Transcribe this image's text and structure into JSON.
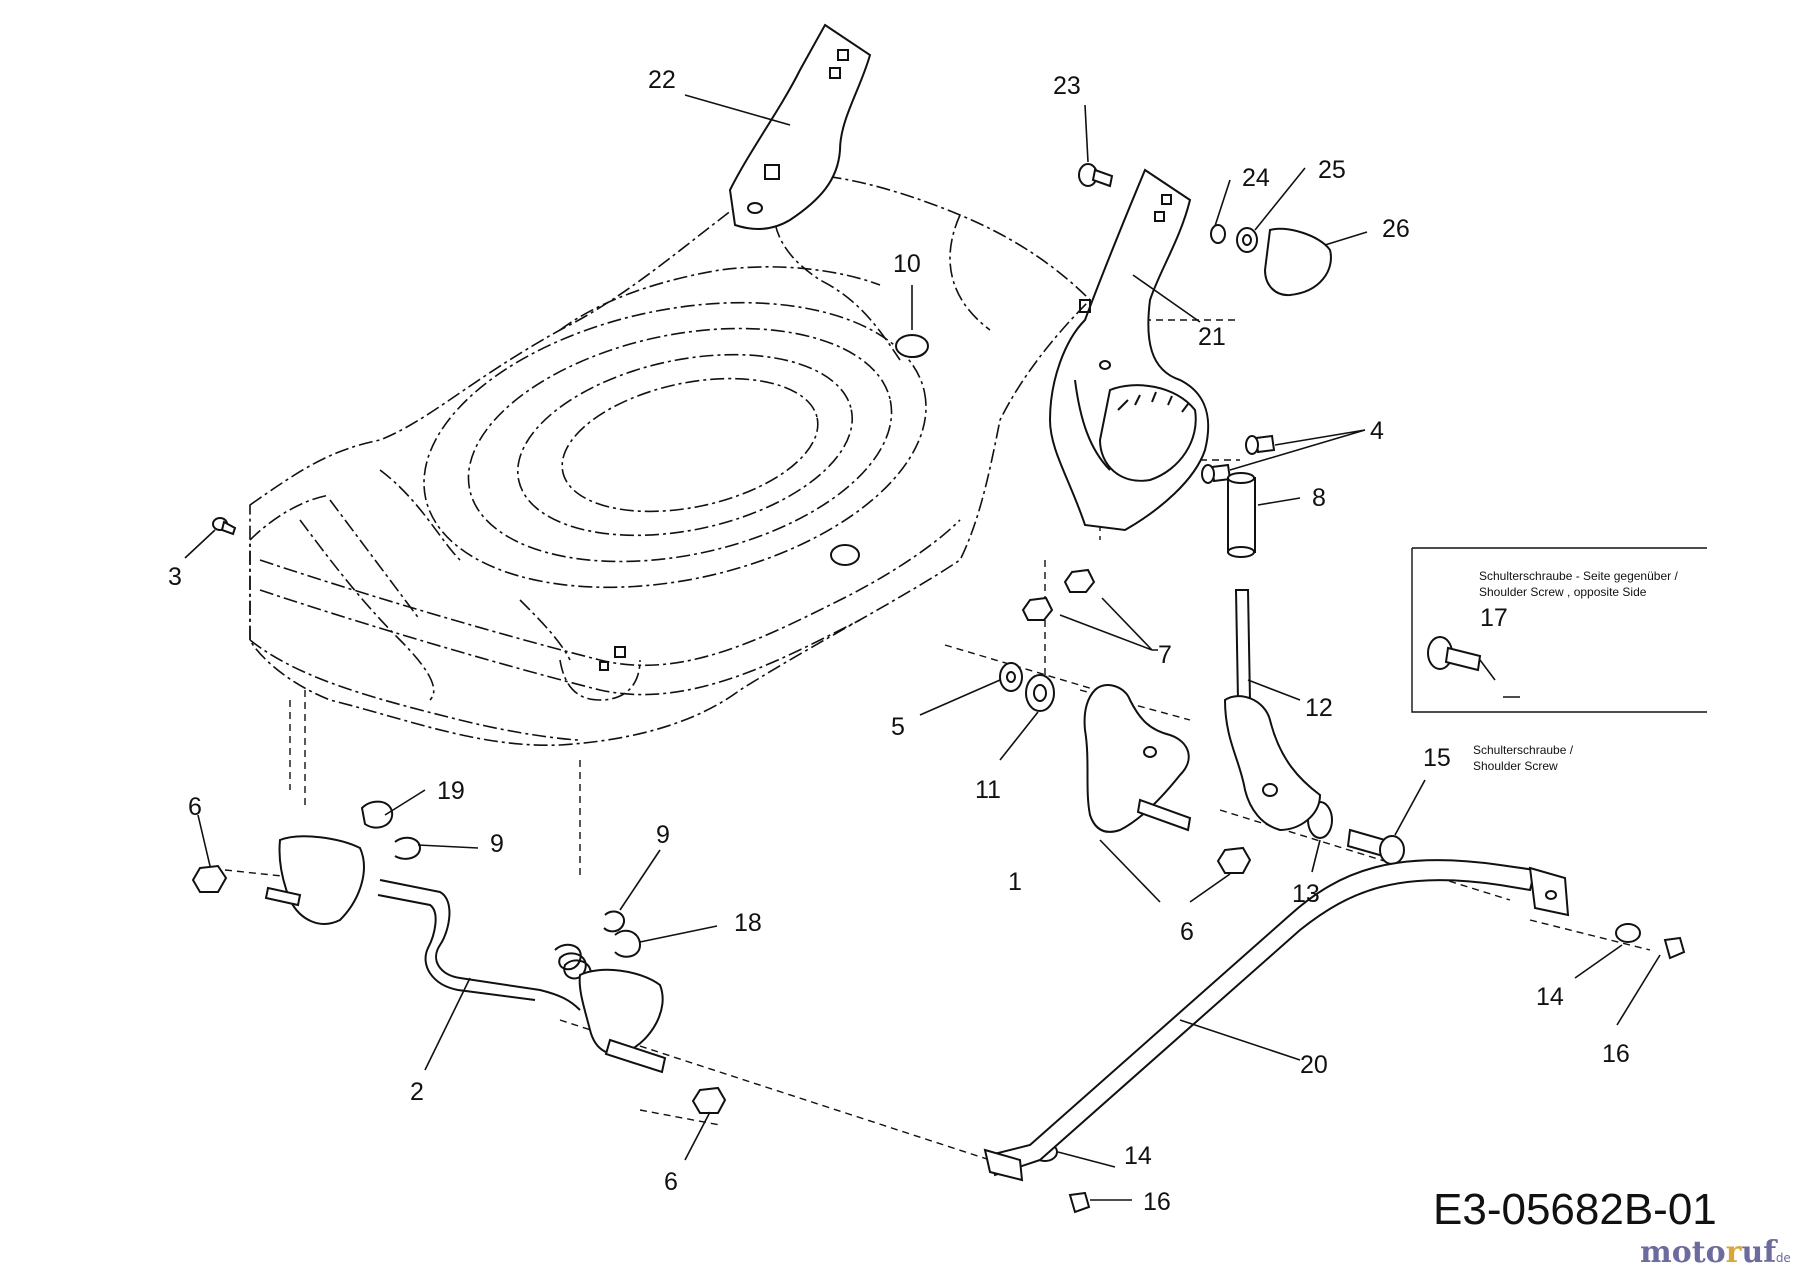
{
  "callouts": {
    "c1": "1",
    "c2": "2",
    "c3": "3",
    "c4": "4",
    "c5": "5",
    "c6a": "6",
    "c6b": "6",
    "c6c": "6",
    "c7": "7",
    "c8": "8",
    "c9a": "9",
    "c9b": "9",
    "c10": "10",
    "c11": "11",
    "c12": "12",
    "c13": "13",
    "c14a": "14",
    "c14b": "14",
    "c15": "15",
    "c16a": "16",
    "c16b": "16",
    "c17": "17",
    "c18": "18",
    "c19": "19",
    "c20": "20",
    "c21": "21",
    "c22": "22",
    "c23": "23",
    "c24": "24",
    "c25": "25",
    "c26": "26"
  },
  "notes": {
    "shoulder_screw_opposite_line1": "Schulterschraube - Seite gegenüber /",
    "shoulder_screw_opposite_line2": "Shoulder Screw  , opposite Side",
    "shoulder_screw_line1": "Schulterschraube  /",
    "shoulder_screw_line2": "Shoulder Screw"
  },
  "drawing_number": "E3-05682B-01",
  "watermark": {
    "brand": "motoruf",
    "tld": ".de"
  },
  "colors": {
    "line": "#111111",
    "background": "#ffffff",
    "watermark_main": "#6b6b9e",
    "watermark_accent": "#d9a63a"
  }
}
